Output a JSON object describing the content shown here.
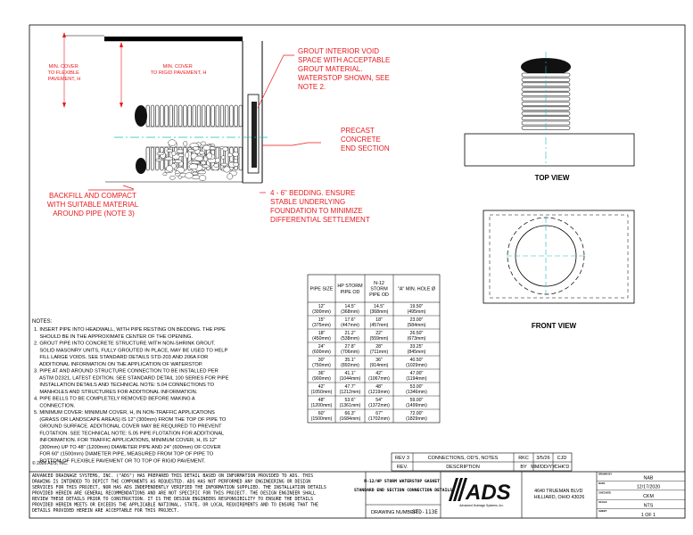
{
  "callouts": {
    "grout": [
      "GROUT INTERIOR VOID",
      "SPACE WITH ACCEPTABLE",
      "GROUT MATERIAL.",
      "WATERSTOP SHOWN, SEE",
      "NOTE 2."
    ],
    "precast": [
      "PRECAST",
      "CONCRETE",
      "END SECTION"
    ],
    "backfill": [
      "BACKFILL AND COMPACT",
      "WITH SUITABLE MATERIAL",
      "AROUND PIPE (NOTE 3)"
    ],
    "bedding": [
      "4 - 6\" BEDDING. ENSURE",
      "STABLE UNDERLYING",
      "FOUNDATION TO MINIMIZE",
      "DIFFERENTIAL SETTLEMENT"
    ],
    "min_cover_flex": [
      "MIN. COVER",
      "TO FLEXIBLE",
      "PAVEMENT, H"
    ],
    "min_cover_rigid": [
      "MIN. COVER",
      "TO RIGID PAVEMENT, H"
    ]
  },
  "views": {
    "top": "TOP VIEW",
    "front": "FRONT VIEW"
  },
  "pipe_table": {
    "headers": [
      [
        "PIPE SIZE"
      ],
      [
        "HP STORM",
        "PIPE OD"
      ],
      [
        "N-12",
        "STORM",
        "PIPE OD"
      ],
      [
        "\"A\" MIN. HOLE Ø"
      ]
    ],
    "rows": [
      [
        [
          "12\"",
          "(300mm)"
        ],
        [
          "14.5\"",
          "(368mm)"
        ],
        [
          "14.5\"",
          "(368mm)"
        ],
        [
          "19.50\"",
          "(495mm)"
        ]
      ],
      [
        [
          "15\"",
          "(375mm)"
        ],
        [
          "17.6\"",
          "(447mm)"
        ],
        [
          "18\"",
          "(457mm)"
        ],
        [
          "23.00\"",
          "(584mm)"
        ]
      ],
      [
        [
          "18\"",
          "(450mm)"
        ],
        [
          "21.2\"",
          "(538mm)"
        ],
        [
          "22\"",
          "(559mm)"
        ],
        [
          "26.50\"",
          "(673mm)"
        ]
      ],
      [
        [
          "24\"",
          "(600mm)"
        ],
        [
          "27.8\"",
          "(706mm)"
        ],
        [
          "28\"",
          "(711mm)"
        ],
        [
          "33.25\"",
          "(845mm)"
        ]
      ],
      [
        [
          "30\"",
          "(750mm)"
        ],
        [
          "35.1\"",
          "(892mm)"
        ],
        [
          "36\"",
          "(914mm)"
        ],
        [
          "40.50\"",
          "(1029mm)"
        ]
      ],
      [
        [
          "36\"",
          "(900mm)"
        ],
        [
          "41.1\"",
          "(1044mm)"
        ],
        [
          "42\"",
          "(1067mm)"
        ],
        [
          "47.00\"",
          "(1194mm)"
        ]
      ],
      [
        [
          "42\"",
          "(1050mm)"
        ],
        [
          "47.7\"",
          "(1212mm)"
        ],
        [
          "48\"",
          "(1219mm)"
        ],
        [
          "53.00\"",
          "(1346mm)"
        ]
      ],
      [
        [
          "48\"",
          "(1200mm)"
        ],
        [
          "53.6\"",
          "(1361mm)"
        ],
        [
          "54\"",
          "(1372mm)"
        ],
        [
          "59.00\"",
          "(1499mm)"
        ]
      ],
      [
        [
          "60\"",
          "(1500mm)"
        ],
        [
          "66.3\"",
          "(1684mm)"
        ],
        [
          "67\"",
          "(1702mm)"
        ],
        [
          "72.00\"",
          "(1829mm)"
        ]
      ]
    ]
  },
  "notes": {
    "heading": "NOTES:",
    "lines": [
      "1. INSERT PIPE INTO HEADWALL, WITH PIPE RESTING ON BEDDING. THE PIPE",
      "    SHOULD BE IN THE APPROXIMATE CENTER OF THE OPENING.",
      "2. GROUT PIPE INTO CONCRETE STRUCTURE WITH NON-SHRINK GROUT.",
      "    SOLID MASONRY UNITS, FULLY GROUTED IN PLACE, MAY BE USED TO HELP",
      "    FILL LARGE VOIDS. SEE STANDARD DETAILS STD-203 AND 206A FOR",
      "    ADDITIONAL INFORMATION ON THE APPLICATION OF WATERSTOP.",
      "3. PIPE AT AND AROUND STRUCTURE CONNECTION TO BE INSTALLED PER",
      "    ASTM D2321, LATEST EDITION. SEE STANDARD DETAIL 100 SERIES FOR PIPE",
      "    INSTALLATION DETAILS AND TECHNICAL NOTE: 5.04 CONNECTIONS TO",
      "    MANHOLES AND STRUCTURES FOR ADDITIONAL INFORMATION.",
      "4. PIPE BELLS TO BE COMPLETELY REMOVED BEFORE MAKING A",
      "    CONNECTION.",
      "5. MINIMUM COVER: MINIMUM COVER, H, IN NON-TRAFFIC APPLICATIONS",
      "    (GRASS OR LANDSCAPE AREAS) IS 12\" (300mm) FROM THE TOP OF PIPE TO",
      "    GROUND SURFACE. ADDITIONAL COVER MAY BE REQUIRED TO PREVENT",
      "    FLOTATION. SEE TECHNICAL NOTE: 5.05 PIPE FLOTATION FOR ADDITIONAL",
      "    INFORMATION. FOR TRAFFIC APPLICATIONS, MINIMUM COVER, H, IS 12\"",
      "    (300mm) UP TO 48\" (1200mm) DIAMETER PIPE AND 24\" (600mm) OF COVER",
      "    FOR 60\" (1500mm) DIAMETER PIPE, MEASURED FROM TOP OF PIPE TO",
      "    BOTTOM OF FLEXIBLE PAVEMENT OR TO TOP OF RIGID PAVEMENT."
    ]
  },
  "copyright": "© 2026 ADS, INC.",
  "disclaimer": [
    "ADVANCED DRAINAGE SYSTEMS, INC. (\"ADS\") HAS PREPARED THIS DETAIL BASED ON INFORMATION PROVIDED TO ADS. THIS",
    "DRAWING IS INTENDED TO DEPICT THE COMPONENTS AS REQUESTED. ADS HAS NOT PERFORMED ANY ENGINEERING OR DESIGN",
    "SERVICES FOR THIS PROJECT, NOR HAS ADS INDEPENDENTLY VERIFIED THE INFORMATION SUPPLIED. THE INSTALLATION DETAILS",
    "PROVIDED HEREIN ARE GENERAL RECOMMENDATIONS AND ARE NOT SPECIFIC FOR THIS PROJECT. THE DESIGN ENGINEER SHALL",
    "REVIEW THESE DETAILS PRIOR TO CONSTRUCTION. IT IS THE DESIGN ENGINEERS RESPONSIBILITY TO ENSURE THE DETAILS",
    "PROVIDED HEREIN MEETS OR EXCEEDS THE APPLICABLE NATIONAL, STATE, OR LOCAL REQUIREMENTS AND TO ENSURE THAT THE",
    "DETAILS PROVIDED HEREIN ARE ACCEPTABLE FOR THIS PROJECT."
  ],
  "revisions": {
    "rev3": {
      "rev": "REV 3",
      "description": "CONNECTIONS, OD'S, NOTES",
      "by": "RKC",
      "date": "3/5/26",
      "chkd": "CJD"
    },
    "header": {
      "rev": "REV.",
      "description": "DESCRIPTION",
      "by": "BY",
      "date": "MM/DD/YY",
      "chkd": "CHK'D"
    }
  },
  "title_block": {
    "title_lines": [
      "N-12/HP STORM WATERSTOP GASKET",
      "STANDARD END SECTION CONNECTION DETAILS"
    ],
    "drawing_number_label": "DRAWING NUMBER:",
    "drawing_number": "STD-113E",
    "logo_text": "ADS",
    "logo_sub": "Advanced Drainage Systems, Inc.",
    "address": [
      "4640 TRUEMAN BLVD",
      "HILLIARD, OHIO 43026"
    ],
    "fields": [
      {
        "label": "DRAWN BY",
        "value": "NAB"
      },
      {
        "label": "DATE",
        "value": "12/17/2020"
      },
      {
        "label": "CHECKED",
        "value": "CKM"
      },
      {
        "label": "SCALE",
        "value": "NTS"
      },
      {
        "label": "SHEET",
        "value": "1 OF 1"
      }
    ]
  },
  "colors": {
    "red": "#e8191d",
    "cyan": "#20b8c8",
    "black": "#000000",
    "gray": "#888888"
  }
}
